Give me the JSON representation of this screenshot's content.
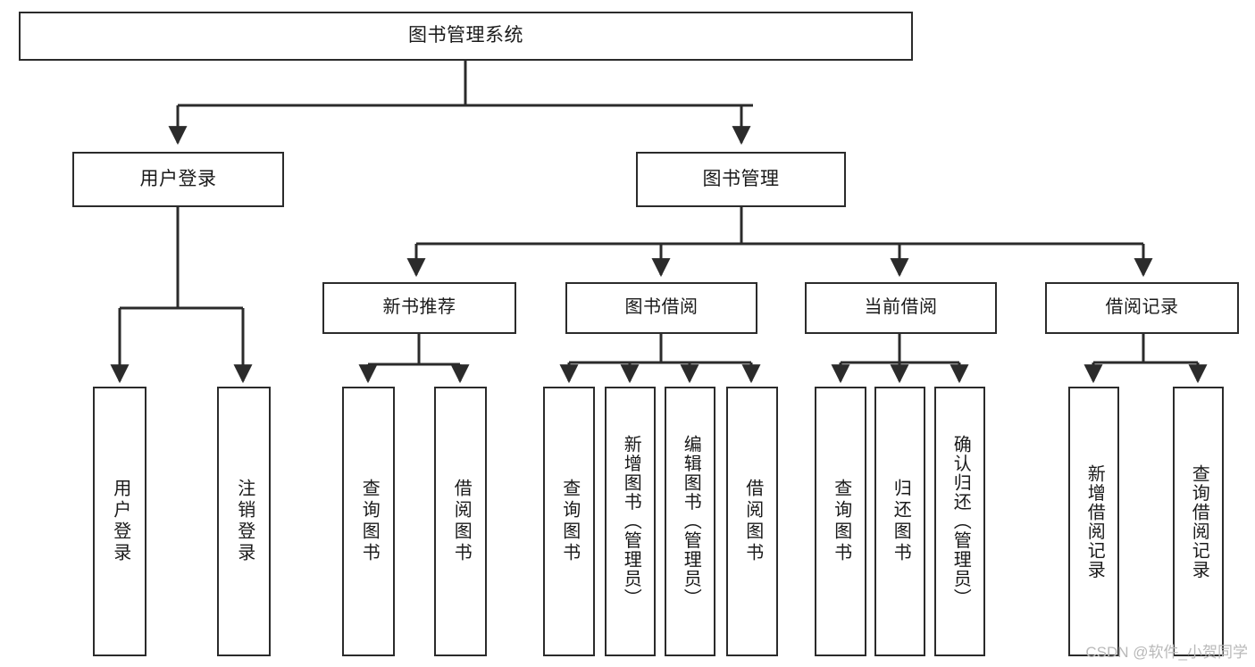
{
  "diagram": {
    "title": "图书管理系统",
    "type": "hierarchy-tree",
    "watermark": "CSDN @软件_小贺同学",
    "colors": {
      "box_border": "#2b2b2b",
      "box_fill": "#ffffff",
      "connector": "#2b2b2b",
      "text": "#1a1a1a",
      "watermark": "#b9b9b9"
    },
    "nodes": {
      "root": {
        "label": "图书管理系统"
      },
      "level2": [
        {
          "id": "user-login",
          "label": "用户登录"
        },
        {
          "id": "book-manage",
          "label": "图书管理"
        }
      ],
      "level3": [
        {
          "id": "new-book-recommend",
          "label": "新书推荐"
        },
        {
          "id": "book-borrow",
          "label": "图书借阅"
        },
        {
          "id": "current-borrow",
          "label": "当前借阅"
        },
        {
          "id": "borrow-record",
          "label": "借阅记录"
        }
      ],
      "leaves": [
        {
          "id": "leaf-user-login",
          "label": "用户登录",
          "parent": "user-login"
        },
        {
          "id": "leaf-logout",
          "label": "注销登录",
          "parent": "user-login"
        },
        {
          "id": "leaf-query-book-1",
          "label": "查询图书",
          "parent": "new-book-recommend"
        },
        {
          "id": "leaf-borrow-book-1",
          "label": "借阅图书",
          "parent": "new-book-recommend"
        },
        {
          "id": "leaf-query-book-2",
          "label": "查询图书",
          "parent": "book-borrow"
        },
        {
          "id": "leaf-add-book",
          "label": "新增图书（管理员）",
          "parent": "book-borrow"
        },
        {
          "id": "leaf-edit-book",
          "label": "编辑图书（管理员）",
          "parent": "book-borrow"
        },
        {
          "id": "leaf-borrow-book-2",
          "label": "借阅图书",
          "parent": "book-borrow"
        },
        {
          "id": "leaf-query-book-3",
          "label": "查询图书",
          "parent": "current-borrow"
        },
        {
          "id": "leaf-return-book",
          "label": "归还图书",
          "parent": "current-borrow"
        },
        {
          "id": "leaf-confirm-return",
          "label": "确认归还（管理员）",
          "parent": "current-borrow"
        },
        {
          "id": "leaf-add-record",
          "label": "新增借阅记录",
          "parent": "borrow-record"
        },
        {
          "id": "leaf-query-record",
          "label": "查询借阅记录",
          "parent": "borrow-record"
        }
      ]
    }
  }
}
